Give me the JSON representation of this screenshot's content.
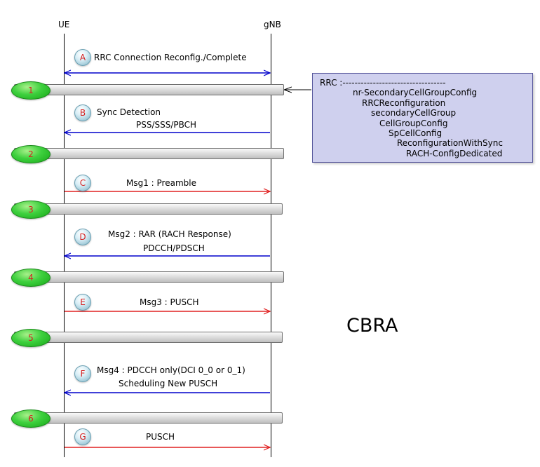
{
  "entities": {
    "ue": "UE",
    "gnb": "gNB"
  },
  "steps": [
    {
      "id": "A",
      "label1": "RRC Connection Reconfig./Complete",
      "label2": "",
      "direction": "both",
      "color": "#0000cc"
    },
    {
      "id": "B",
      "label1": "Sync Detection",
      "label2": "PSS/SSS/PBCH",
      "direction": "to-ue",
      "color": "#0000cc"
    },
    {
      "id": "C",
      "label1": "Msg1 : Preamble",
      "label2": "",
      "direction": "to-gnb",
      "color": "#e02020"
    },
    {
      "id": "D",
      "label1": "Msg2 : RAR (RACH Response)",
      "label2": "PDCCH/PDSCH",
      "direction": "to-ue",
      "color": "#0000cc"
    },
    {
      "id": "E",
      "label1": "Msg3 : PUSCH",
      "label2": "",
      "direction": "to-gnb",
      "color": "#e02020"
    },
    {
      "id": "F",
      "label1": "Msg4 : PDCCH only(DCI 0_0 or 0_1)",
      "label2": "Scheduling New PUSCH",
      "direction": "to-ue",
      "color": "#0000cc"
    },
    {
      "id": "G",
      "label1": "PUSCH",
      "label2": "",
      "direction": "to-gnb",
      "color": "#e02020"
    }
  ],
  "phases": [
    "1",
    "2",
    "3",
    "4",
    "5",
    "6"
  ],
  "note": {
    "lines": [
      "RRC :----------------------------------",
      "nr-SecondaryCellGroupConfig",
      "RRCReconfiguration",
      "secondaryCellGroup",
      "CellGroupConfig",
      "SpCellConfig",
      "ReconfigurationWithSync",
      "RACH-ConfigDedicated"
    ]
  },
  "title": "CBRA",
  "colors": {
    "downlink": "#0000cc",
    "uplink": "#e02020",
    "phase_pill": "#3ed03e",
    "note_bg": "#cfd0ee"
  }
}
